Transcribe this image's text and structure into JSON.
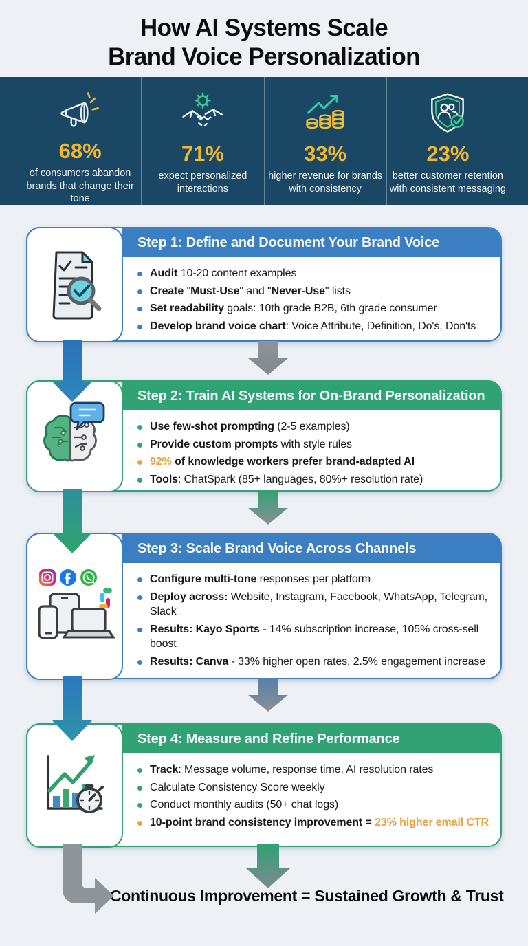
{
  "title": {
    "line1": "How AI Systems Scale",
    "line2": "Brand Voice Personalization"
  },
  "colors": {
    "stats_bar_bg": "#1a4763",
    "accent_yellow": "#f0b832",
    "step_blue": "#3b7ec2",
    "step_green": "#31a273",
    "highlight_orange": "#e8a33d",
    "arrow_gray": "#8e9499"
  },
  "stats": [
    {
      "icon": "megaphone-icon",
      "value": "68%",
      "label": "of consumers abandon brands that change their tone"
    },
    {
      "icon": "handshake-gear-icon",
      "value": "71%",
      "label": "expect personalized interactions"
    },
    {
      "icon": "revenue-growth-icon",
      "value": "33%",
      "label": "higher revenue for brands with consistency"
    },
    {
      "icon": "shield-retention-icon",
      "value": "23%",
      "label": "better customer retention with consistent messaging"
    }
  ],
  "steps": [
    {
      "title": "Step 1: Define and Document Your Brand Voice",
      "icon": "document-audit-icon",
      "bullets": [
        {
          "dot": "#3b7ec2",
          "segments": [
            {
              "t": "Audit",
              "b": true
            },
            {
              "t": " 10-20 content examples"
            }
          ]
        },
        {
          "dot": "#3b7ec2",
          "segments": [
            {
              "t": "Create",
              "b": true
            },
            {
              "t": " \""
            },
            {
              "t": "Must-Use",
              "b": true
            },
            {
              "t": "\" and \""
            },
            {
              "t": "Never-Use",
              "b": true
            },
            {
              "t": "\" lists"
            }
          ]
        },
        {
          "dot": "#3b7ec2",
          "segments": [
            {
              "t": "Set readability",
              "b": true
            },
            {
              "t": " goals: 10th grade B2B, 6th grade consumer"
            }
          ]
        },
        {
          "dot": "#3b7ec2",
          "segments": [
            {
              "t": "Develop brand voice chart",
              "b": true
            },
            {
              "t": ": Voice Attribute, Definition, Do's, Don'ts"
            }
          ]
        }
      ]
    },
    {
      "title": "Step 2: Train AI Systems for On-Brand Personalization",
      "icon": "ai-brain-icon",
      "bullets": [
        {
          "dot": "#31a273",
          "segments": [
            {
              "t": "Use few-shot prompting",
              "b": true
            },
            {
              "t": " (2-5 examples)"
            }
          ]
        },
        {
          "dot": "#31a273",
          "segments": [
            {
              "t": "Provide custom prompts",
              "b": true
            },
            {
              "t": " with style rules"
            }
          ]
        },
        {
          "dot": "#e8a33d",
          "segments": [
            {
              "t": "92%",
              "b": true,
              "c": "#e8a33d"
            },
            {
              "t": " of knowledge workers prefer brand-adapted AI",
              "b": true
            }
          ]
        },
        {
          "dot": "#31a273",
          "segments": [
            {
              "t": "Tools",
              "b": true
            },
            {
              "t": ": ChatSpark (85+ languages, 80%+ resolution rate)"
            }
          ]
        }
      ]
    },
    {
      "title": "Step 3: Scale Brand Voice Across Channels",
      "icon": "channels-devices-icon",
      "bullets": [
        {
          "dot": "#3b7ec2",
          "segments": [
            {
              "t": "Configure multi-tone",
              "b": true
            },
            {
              "t": " responses per platform"
            }
          ]
        },
        {
          "dot": "#3b7ec2",
          "segments": [
            {
              "t": "Deploy across:",
              "b": true
            },
            {
              "t": " Website, Instagram, Facebook, WhatsApp, Telegram, Slack"
            }
          ]
        },
        {
          "dot": "#3b7ec2",
          "segments": [
            {
              "t": "Results: Kayo Sports",
              "b": true
            },
            {
              "t": " - 14% subscription increase, 105% cross-sell boost"
            }
          ]
        },
        {
          "dot": "#3b7ec2",
          "segments": [
            {
              "t": "Results: Canva",
              "b": true
            },
            {
              "t": " - 33% higher open rates, 2.5% engagement increase"
            }
          ]
        }
      ]
    },
    {
      "title": "Step 4: Measure and Refine Performance",
      "icon": "analytics-stopwatch-icon",
      "bullets": [
        {
          "dot": "#31a273",
          "segments": [
            {
              "t": "Track",
              "b": true
            },
            {
              "t": ": Message volume, response time, AI resolution rates"
            }
          ]
        },
        {
          "dot": "#31a273",
          "segments": [
            {
              "t": "Calculate Consistency Score weekly"
            }
          ]
        },
        {
          "dot": "#31a273",
          "segments": [
            {
              "t": "Conduct monthly audits (50+ chat logs)"
            }
          ]
        },
        {
          "dot": "#e8a33d",
          "segments": [
            {
              "t": "10-point brand consistency improvement = ",
              "b": true
            },
            {
              "t": "23% higher email CTR",
              "b": true,
              "c": "#e8a33d"
            }
          ]
        }
      ]
    }
  ],
  "footer": {
    "text": "Continuous Improvement = Sustained Growth & Trust"
  }
}
